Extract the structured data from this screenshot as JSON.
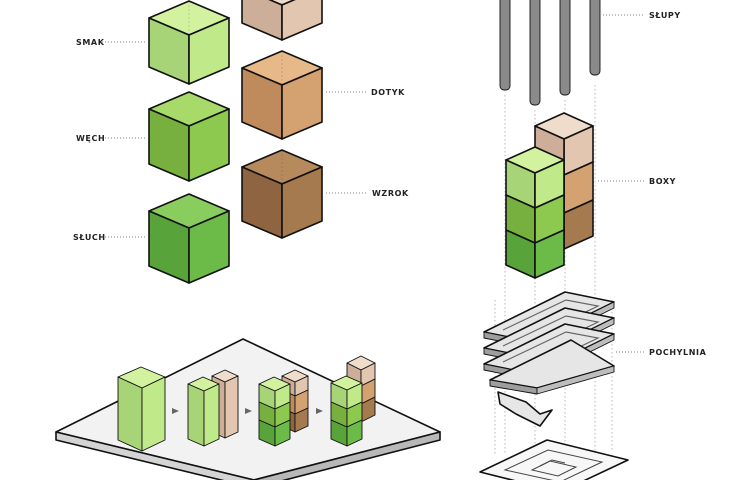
{
  "labels": {
    "smak": "SMAK",
    "wech": "WĘCH",
    "sluch": "SŁUCH",
    "dotyk": "DOTYK",
    "wzrok": "WZROK",
    "slupy": "SŁUPY",
    "boxy": "BOXY",
    "pochylnia": "POCHYLNIA"
  },
  "colors": {
    "green_light": [
      "#d2f2a0",
      "#c0e98a",
      "#a8d478"
    ],
    "green_mid": [
      "#a8da6a",
      "#8dc94f",
      "#77b03e"
    ],
    "green_dark": [
      "#8acd5f",
      "#6cbb49",
      "#58a33a"
    ],
    "tan_light": [
      "#f0dccb",
      "#e2c6b0",
      "#cdae98"
    ],
    "tan_mid": [
      "#e7b988",
      "#d4a170",
      "#bf8a5c"
    ],
    "brown": [
      "#b78a5e",
      "#a67a4f",
      "#8e6540"
    ],
    "plate": [
      "#f2f2f2",
      "#d4d4d4",
      "#b8b8b8"
    ],
    "ramp": [
      "#e6e6e6",
      "#bdbdbd",
      "#9e9e9e"
    ],
    "pillar": "#8a8a8a"
  }
}
